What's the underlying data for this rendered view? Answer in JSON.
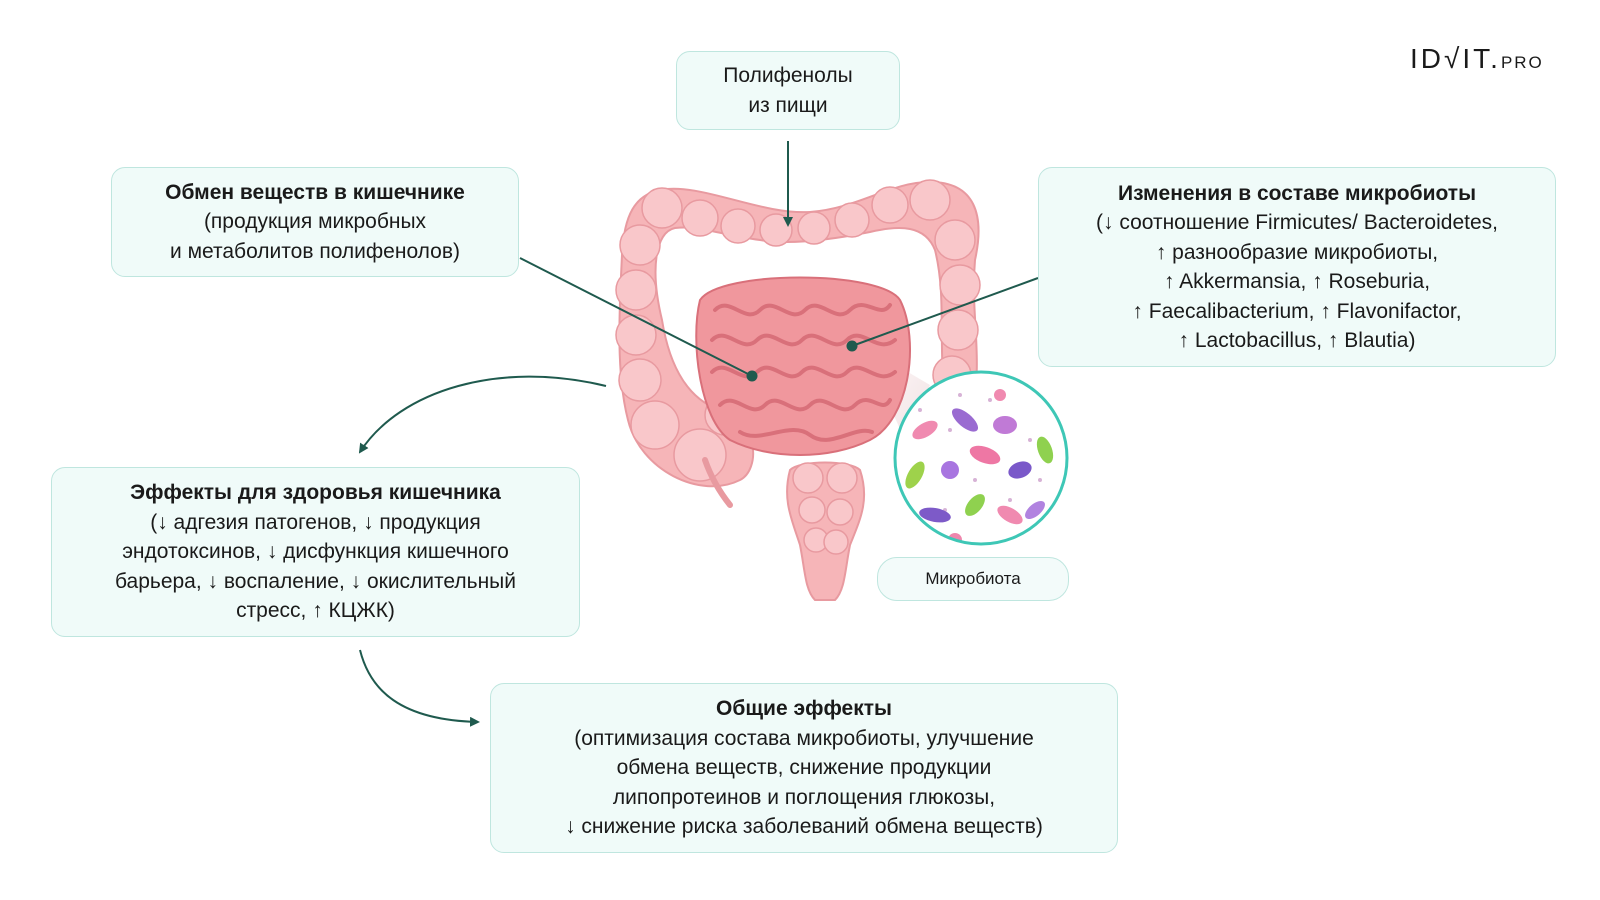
{
  "logo": {
    "main": "ID√IT.",
    "suffix": "PRO"
  },
  "food_box": {
    "lines": [
      "Полифенолы",
      "из пищи"
    ]
  },
  "metabolism_box": {
    "title": "Обмен веществ в кишечнике",
    "lines": [
      "(продукция микробных",
      "и метаболитов полифенолов)"
    ]
  },
  "microbiota_changes_box": {
    "title": "Изменения в составе микробиоты",
    "lines": [
      "(↓ соотношение Firmicutes/ Bacteroidetes,",
      "↑ разнообразие микробиоты,",
      "↑ Akkermansia, ↑ Roseburia,",
      "↑ Faecalibacterium, ↑ Flavonifactor,",
      "↑ Lactobacillus, ↑ Blautia)"
    ]
  },
  "health_box": {
    "title": "Эффекты для здоровья кишечника",
    "lines": [
      "(↓ адгезия патогенов, ↓ продукция",
      "эндотоксинов, ↓ дисфункция кишечного",
      "барьера, ↓ воспаление, ↓ окислительный",
      "стресс, ↑ КЦЖК)"
    ]
  },
  "general_box": {
    "title": "Общие эффекты",
    "lines": [
      "(оптимизация состава микробиоты, улучшение",
      "обмена веществ, снижение продукции",
      "липопротеинов и поглощения глюкозы,",
      "↓ снижение риска заболеваний обмена веществ)"
    ]
  },
  "microbiota_label": "Микробиота",
  "colors": {
    "box_fill": "#f0fbf9",
    "box_border": "#bfe6df",
    "arrow": "#1f5a4e",
    "intestine_light": "#f6b5b8",
    "intestine_dark": "#e47e86",
    "microbiota_ring": "#3ec7b6"
  }
}
